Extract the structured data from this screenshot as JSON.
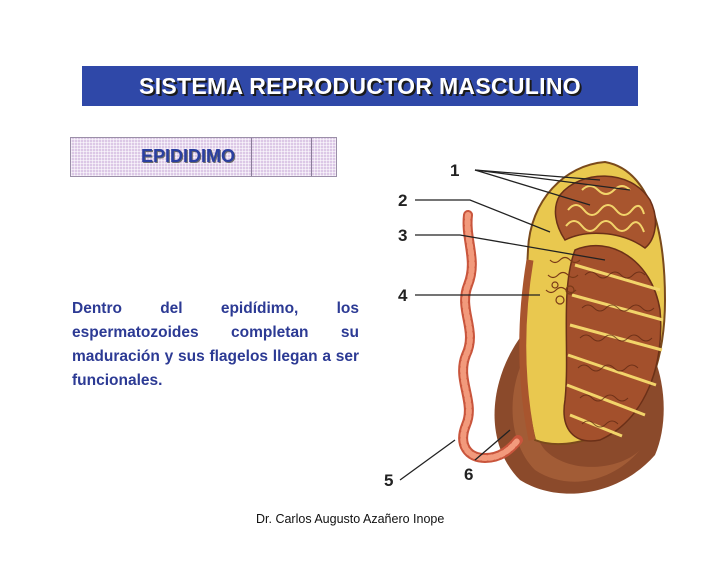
{
  "slide": {
    "title": "SISTEMA REPRODUCTOR MASCULINO",
    "subtitle": "EPIDIDIMO",
    "body": "Dentro del epidídimo, los espermatozoides completan su maduración y sus flagelos llegan a ser funcionales.",
    "footer": "Dr. Carlos Augusto Azañero Inope"
  },
  "diagram": {
    "labels": [
      "1",
      "2",
      "3",
      "4",
      "5",
      "6"
    ]
  },
  "colors": {
    "title_bar": "#2f48a8",
    "accent_text": "#2c3a94",
    "subtitle_box": "#dcc8e6",
    "tissue": "#a0522d",
    "epididymis": "#e8c44a",
    "vas_deferens": "#e07a5a"
  }
}
